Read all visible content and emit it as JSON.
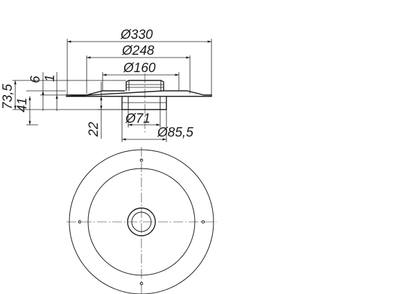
{
  "dimensions": {
    "d330": "Ø330",
    "d248": "Ø248",
    "d160": "Ø160",
    "d71": "Ø71",
    "d85_5": "Ø85,5",
    "h73_5": "73,5",
    "h41": "41",
    "h6": "6",
    "h1": "1",
    "h22": "22"
  }
}
